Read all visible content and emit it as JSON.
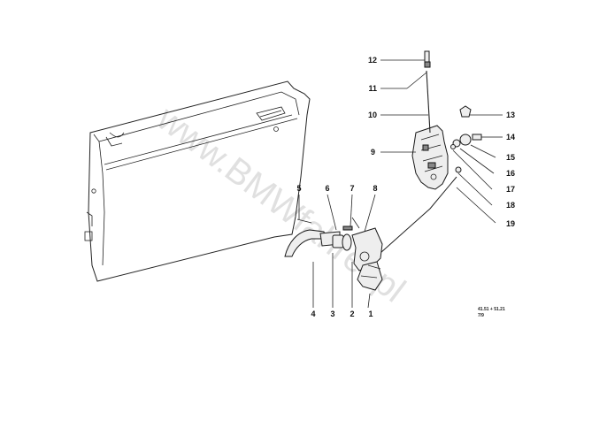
{
  "watermark": "www.BMWfahrer.pl",
  "reference": {
    "code": "41.51 + 51.21",
    "sub": "7/9"
  },
  "callouts": [
    {
      "number": "1"
    },
    {
      "number": "2"
    },
    {
      "number": "3"
    },
    {
      "number": "4"
    },
    {
      "number": "5"
    },
    {
      "number": "6"
    },
    {
      "number": "7"
    },
    {
      "number": "8"
    },
    {
      "number": "9"
    },
    {
      "number": "10"
    },
    {
      "number": "11"
    },
    {
      "number": "12"
    },
    {
      "number": "13"
    },
    {
      "number": "14"
    },
    {
      "number": "15"
    },
    {
      "number": "16"
    },
    {
      "number": "17"
    },
    {
      "number": "18"
    },
    {
      "number": "19"
    }
  ]
}
